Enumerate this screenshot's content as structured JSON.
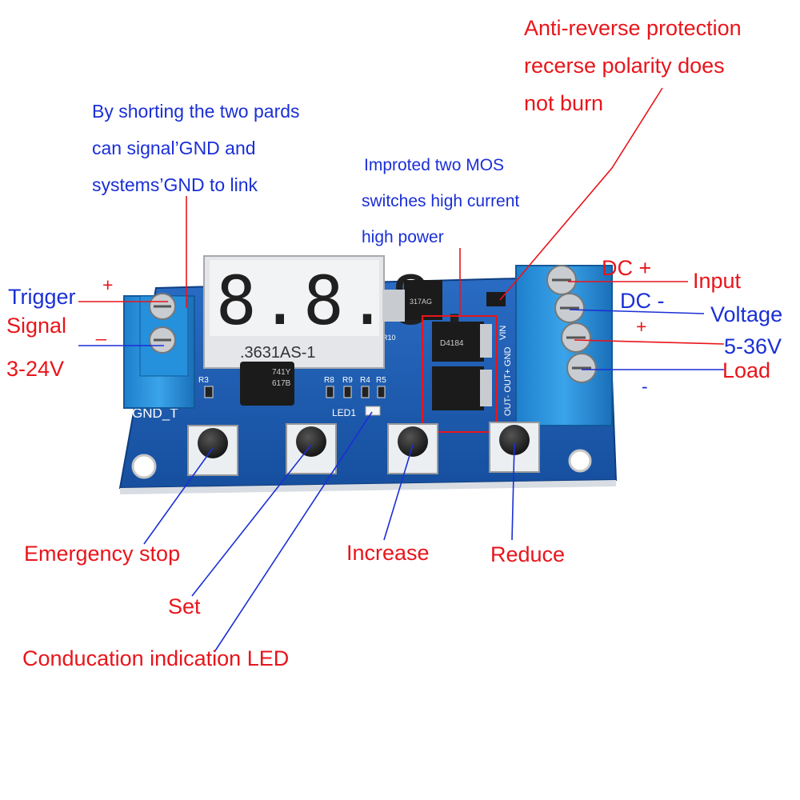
{
  "annotations": {
    "anti_reverse": [
      "Anti-reverse protection",
      "recerse polarity does",
      "not burn"
    ],
    "shorting_pads": [
      "By shorting the two pards",
      "can signal’GND and",
      "systems’GND to link"
    ],
    "mos": [
      "Improted two MOS",
      "switches high current",
      "high power"
    ],
    "trigger": "Trigger",
    "signal": "Signal",
    "trigger_voltage": "3-24V",
    "trigger_plus": "+",
    "trigger_minus": "_",
    "dc_plus": "DC +",
    "dc_minus": "DC -",
    "input": "Input",
    "voltage": "Voltage",
    "load_plus": "+",
    "load_minus": "-",
    "load_voltage": "5-36V",
    "load": "Load",
    "emergency_stop": "Emergency stop",
    "set": "Set",
    "increase": "Increase",
    "reduce": "Reduce",
    "led": "Conducation indication LED"
  },
  "board": {
    "display_code": ".3631AS-1",
    "display_digits": "8.8.8.",
    "silk_gnd": "GND_T",
    "silk_led": "LED1",
    "silk_r3": "R3",
    "silk_r8": "R8",
    "silk_r9": "R9",
    "silk_r4": "R4",
    "silk_r5": "R5",
    "silk_r10": "R10",
    "silk_out": "OUT- OUT+ GND",
    "silk_vin": "VIN",
    "ic_top": "741Y",
    "ic_bottom": "617B",
    "reg_text": "317AG",
    "mos_text": "D4184"
  },
  "colors": {
    "annotation_red": "#e8151b",
    "annotation_blue": "#1a2fd6",
    "pcb": "#1f5fb8",
    "terminal": "#2b8fd6"
  }
}
